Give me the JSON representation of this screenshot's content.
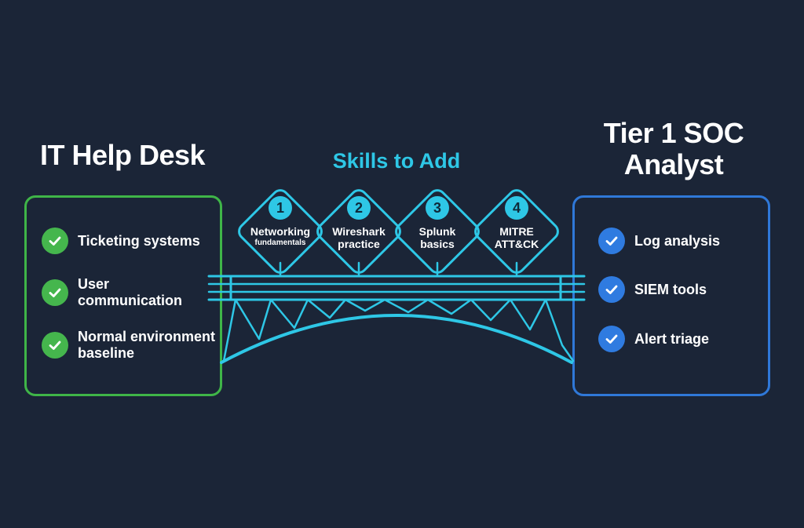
{
  "left": {
    "heading": "IT Help Desk",
    "items": [
      {
        "line1": "Ticketing systems",
        "line2": ""
      },
      {
        "line1": "User",
        "line2": "communication"
      },
      {
        "line1": "Normal environment",
        "line2": "baseline"
      }
    ]
  },
  "middle": {
    "heading": "Skills to Add",
    "steps": [
      {
        "num": "1",
        "line1": "Networking",
        "line2": "fundamentals"
      },
      {
        "num": "2",
        "line1": "Wireshark",
        "line2": "practice"
      },
      {
        "num": "3",
        "line1": "Splunk",
        "line2": "basics"
      },
      {
        "num": "4",
        "line1": "MITRE",
        "line2": "ATT&CK"
      }
    ]
  },
  "right": {
    "heading_line1": "Tier 1 SOC",
    "heading_line2": "Analyst",
    "items": [
      {
        "label": "Log analysis"
      },
      {
        "label": "SIEM tools"
      },
      {
        "label": "Alert triage"
      }
    ]
  },
  "colors": {
    "background": "#1b2537",
    "green": "#45b64d",
    "blue": "#2f7be0",
    "cyan": "#2ec7e6"
  },
  "icons": {
    "checkmark": "check-icon"
  }
}
